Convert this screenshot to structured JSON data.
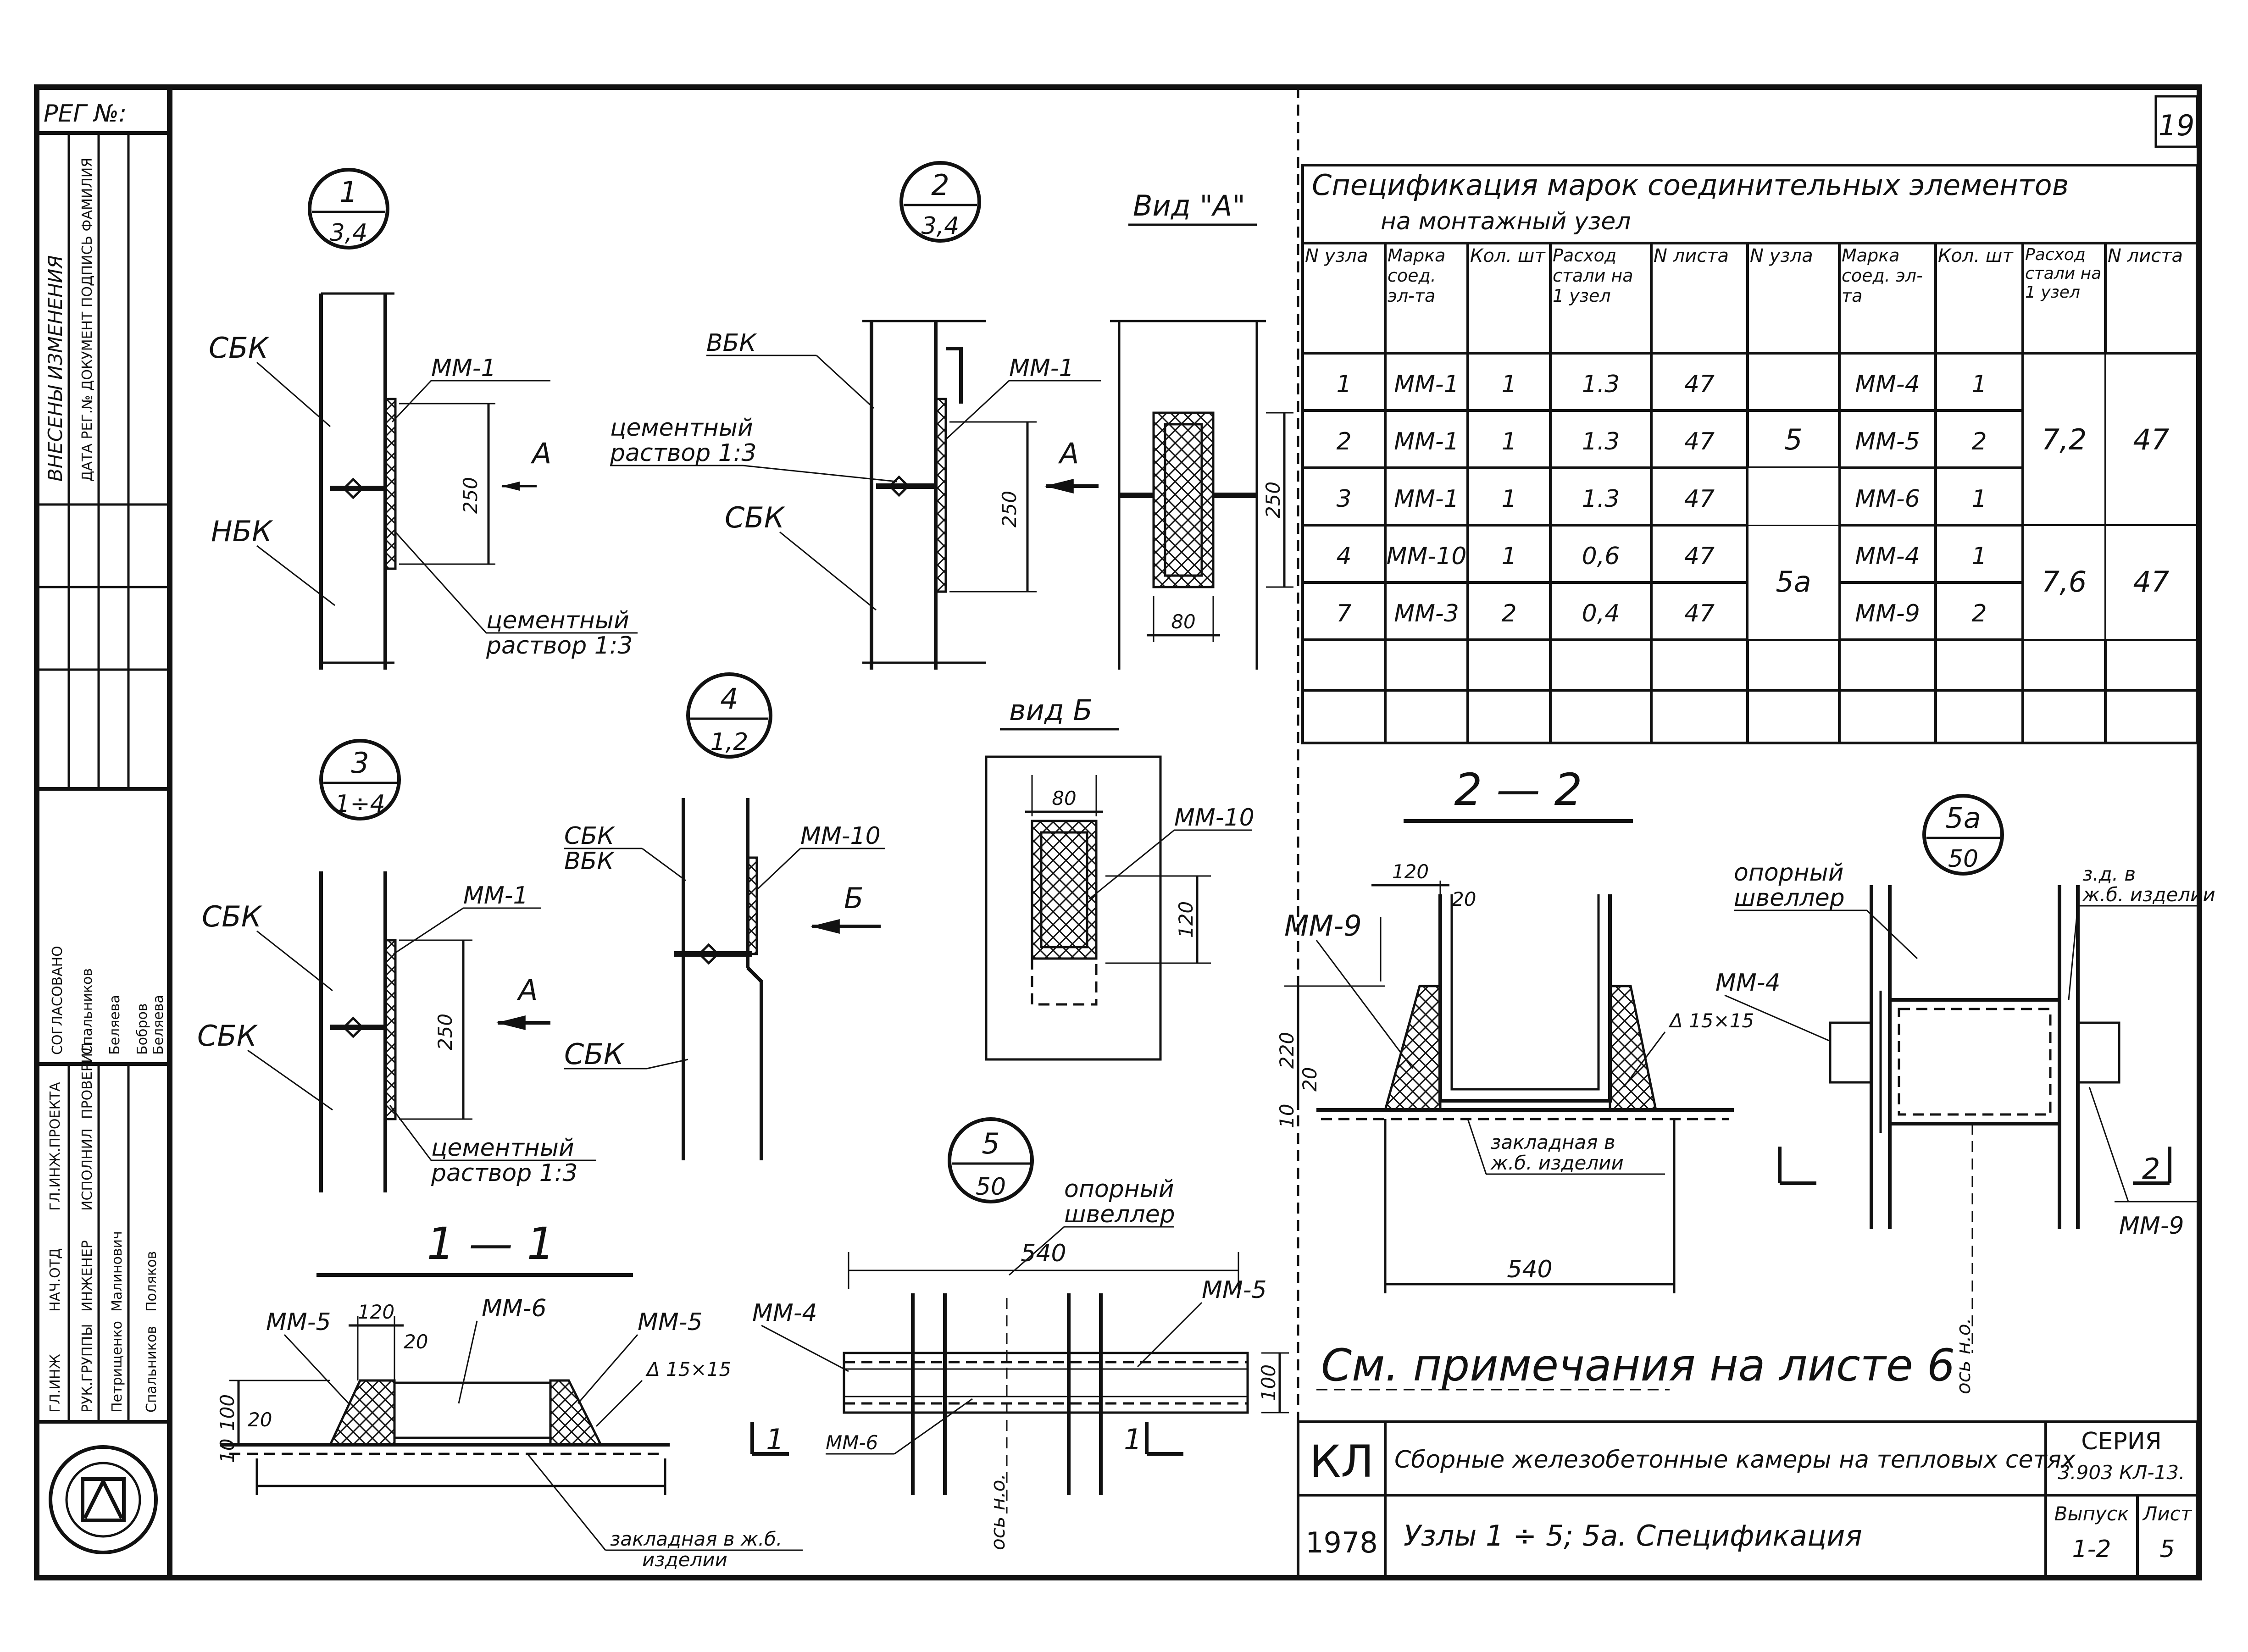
{
  "sheet": {
    "page_number": "19",
    "reg_label": "РЕГ №:",
    "side_panel": {
      "changes_title": "ВНЕСЕНЫ ИЗМЕНЕНИЯ",
      "changes_columns": "ДАТА РЕГ.№ ДОКУМЕНТ ПОДПИСЬ ФАМИЛИЯ",
      "agreed": "СОГЛАСОВАНО",
      "names": [
        "Спальников",
        "Беляева",
        "Бобров",
        "Беляева"
      ],
      "roles": [
        "ГЛ.ИНЖ",
        "НАЧ.ОТД",
        "ГЛ.ИНЖ.ПРОЕКТА",
        "РУК.ГРУППЫ",
        "ИНЖЕНЕР",
        "ИСПОЛНИЛ",
        "ПРОВЕРИЛ"
      ],
      "staff": [
        "Петрищенко",
        "Малинович",
        "Спальников",
        "Поляков"
      ]
    }
  },
  "details": {
    "d1": {
      "num": "1",
      "ref": "3,4",
      "labels": {
        "sbk": "СБК",
        "nbk": "НБК",
        "mm": "ММ-1",
        "arrow": "А",
        "dim": "250",
        "mortar_1": "цементный",
        "mortar_2": "раствор 1:3"
      }
    },
    "d2": {
      "num": "2",
      "ref": "3,4",
      "labels": {
        "vbk": "ВБК",
        "sbk": "СБК",
        "mm": "ММ-1",
        "arrow": "А",
        "dim": "250",
        "mortar_1": "цементный",
        "mortar_2": "раствор 1:3"
      }
    },
    "view_a": {
      "title": "Вид \"А\"",
      "dim_h": "250",
      "dim_w": "80"
    },
    "d3": {
      "num": "3",
      "ref": "1÷4",
      "labels": {
        "sbk1": "СБК",
        "sbk2": "СБК",
        "mm": "ММ-1",
        "arrow": "А",
        "dim": "250",
        "mortar_1": "цементный",
        "mortar_2": "раствор 1:3"
      }
    },
    "d4": {
      "num": "4",
      "ref": "1,2",
      "labels": {
        "sbk_vbk_1": "СБК",
        "sbk_vbk_2": "ВБК",
        "sbk": "СБК",
        "mm": "ММ-10",
        "arrow": "Б"
      }
    },
    "view_b": {
      "title": "вид Б",
      "mm": "ММ-10",
      "dim_w": "80",
      "dim_h": "120"
    },
    "section11": {
      "title": "1 — 1",
      "mm5a": "ММ-5",
      "mm6": "ММ-6",
      "mm5b": "ММ-5",
      "weld": "Δ 15×15",
      "d120": "120",
      "d20a": "20",
      "d100": "100",
      "d20b": "20",
      "d10": "10",
      "embed_1": "закладная в ж.б.",
      "embed_2": "изделии",
      "cut": "1"
    },
    "d5": {
      "num": "5",
      "ref": "50",
      "channel_1": "опорный",
      "channel_2": "швеллер",
      "d540": "540",
      "d100": "100",
      "mm4": "ММ-4",
      "mm5": "ММ-5",
      "mm6": "ММ-6",
      "axis": "ось н.о.",
      "cut": "1"
    },
    "section22": {
      "title": "2 — 2",
      "mm9": "ММ-9",
      "weld": "Δ 15×15",
      "d120": "120",
      "d20": "20",
      "d220": "220",
      "d20b": "20",
      "d10": "10",
      "d540": "540",
      "embed_1": "закладная в",
      "embed_2": "ж.б. изделии"
    },
    "d5a": {
      "num": "5а",
      "ref": "50",
      "channel_1": "опорный",
      "channel_2": "швеллер",
      "mm4": "ММ-4",
      "mm9": "ММ-9",
      "embed_1": "з.д. в",
      "embed_2": "ж.б. изделии",
      "axis": "ось н.о.",
      "cut": "2"
    }
  },
  "spec_table": {
    "title_line1": "Спецификация марок соединительных элементов",
    "title_line2": "на монтажный узел",
    "headers": [
      "N узла",
      "Марка соед. эл-та",
      "Кол. шт",
      "Расход стали на 1 узел",
      "N листа",
      "N узла",
      "Марка соед. эл-та",
      "Кол. шт",
      "Расход стали на 1 узел",
      "N листа"
    ],
    "rows": [
      [
        "1",
        "ММ-1",
        "1",
        "1.3",
        "47"
      ],
      [
        "2",
        "ММ-1",
        "1",
        "1.3",
        "47"
      ],
      [
        "3",
        "ММ-1",
        "1",
        "1.3",
        "47"
      ],
      [
        "4",
        "ММ-10",
        "1",
        "0,6",
        "47"
      ],
      [
        "7",
        "ММ-3",
        "2",
        "0,4",
        "47"
      ]
    ],
    "right_groups": [
      {
        "node": "5",
        "marks": [
          "ММ-4",
          "ММ-5",
          "ММ-6"
        ],
        "qty": [
          "1",
          "2",
          "1"
        ],
        "steel": "7,2",
        "sheet": "47"
      },
      {
        "node": "5а",
        "marks": [
          "ММ-4",
          "ММ-9"
        ],
        "qty": [
          "1",
          "2"
        ],
        "steel": "7,6",
        "sheet": "47"
      }
    ]
  },
  "note": "См. примечания на листе 6",
  "title_block": {
    "code": "КЛ",
    "year": "1978",
    "title": "Сборные железобетонные камеры на тепловых сетях",
    "subtitle": "Узлы 1 ÷ 5; 5а. Спецификация",
    "series_label": "СЕРИЯ",
    "series_value": "3.903 КЛ-13.",
    "issue_label": "Выпуск",
    "issue_value": "1-2",
    "sheet_label": "Лист",
    "sheet_value": "5"
  }
}
